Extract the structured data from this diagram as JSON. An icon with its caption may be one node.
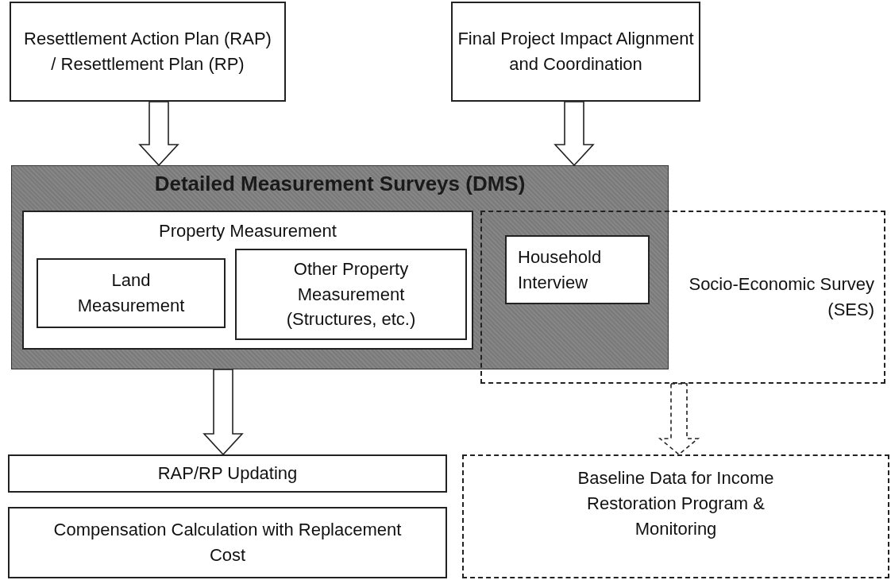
{
  "diagram": {
    "nodes": [
      {
        "text": [
          "Resettlement Action Plan (RAP) / Resettlement Plan (RP)"
        ]
      },
      {
        "text": [
          "Final Project Impact Alignment and Coordination"
        ]
      },
      {
        "text": [
          "Detailed Measurement Surveys (DMS)"
        ]
      },
      {
        "text": [
          "Property Measurement"
        ],
        "in": 2
      },
      {
        "text": [
          "Land Measurement"
        ],
        "in": 3
      },
      {
        "text": [
          "Other Property Measurement (Structures, etc.)"
        ],
        "in": 3
      },
      {
        "text": [
          "Household Interview"
        ]
      },
      {
        "text": [
          "Socio-Economic Survey (SES)"
        ]
      },
      {
        "text": [
          "RAP/RP Updating"
        ]
      },
      {
        "text": [
          "Compensation Calculation with Replacement Cost"
        ]
      },
      {
        "text": [
          "Baseline Data for Income Restoration Program & Monitoring"
        ]
      }
    ],
    "edges": [
      {
        "from": 0,
        "to": 2,
        "arrow": "to"
      },
      {
        "from": 1,
        "to": 2,
        "arrow": "to"
      },
      {
        "from": 2,
        "to": 8,
        "arrow": "to"
      },
      {
        "from": 7,
        "to": 10,
        "arrow": "to",
        "style": "dashed"
      }
    ]
  }
}
